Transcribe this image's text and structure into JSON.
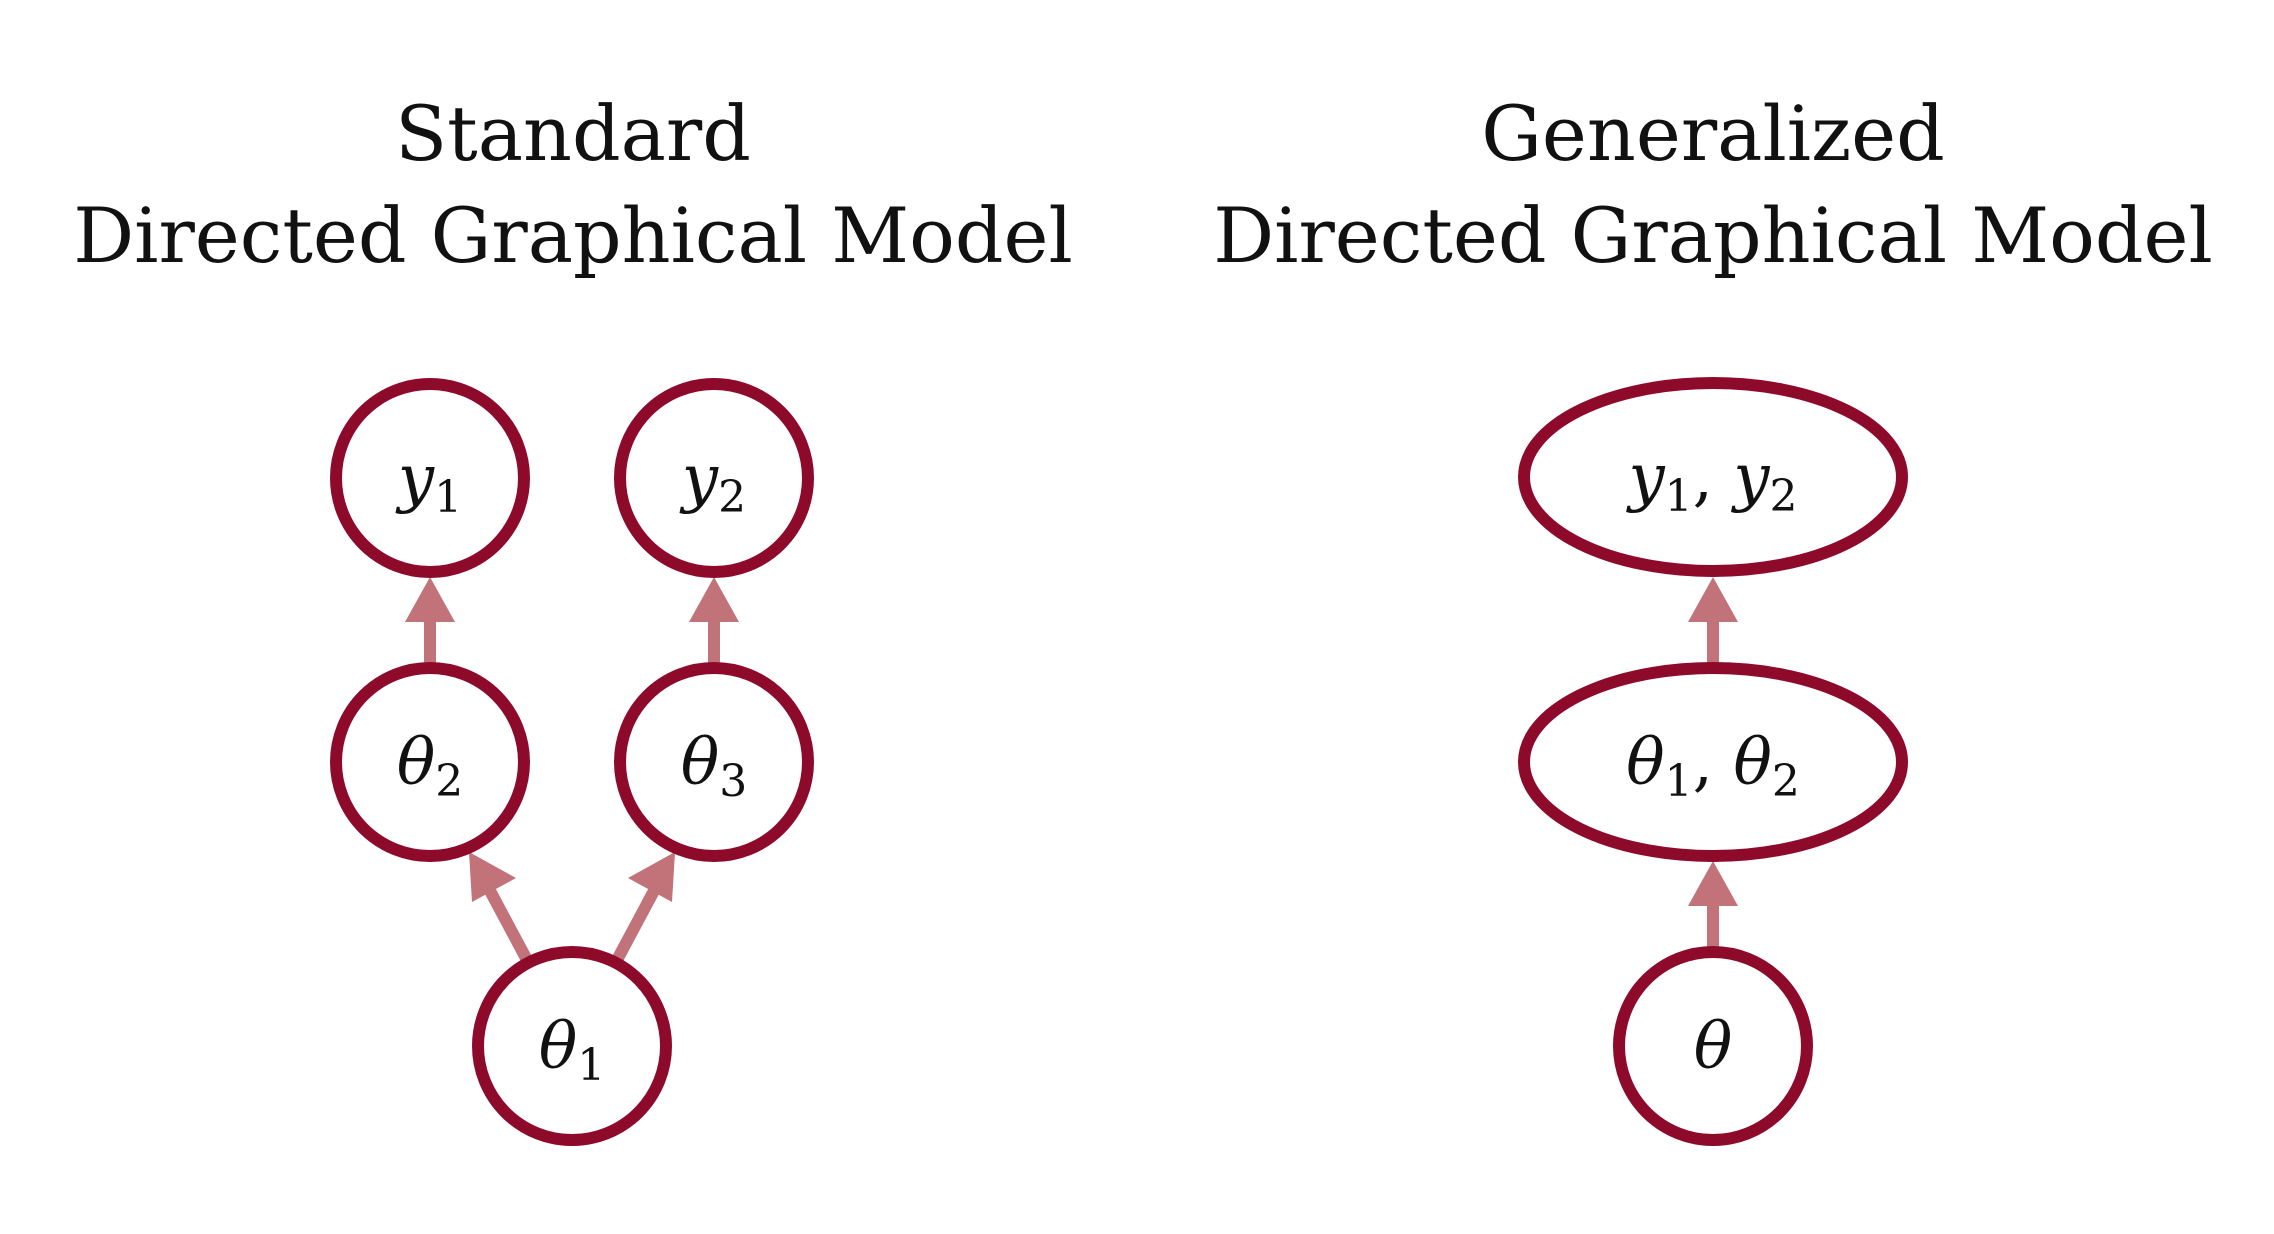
{
  "colors": {
    "node_stroke": "#8e0a2b",
    "edge": "#c17379",
    "text": "#111111"
  },
  "left_panel": {
    "title_line1": "Standard",
    "title_line2": "Directed Graphical Model",
    "nodes": {
      "y1": {
        "base": "y",
        "sub": "1"
      },
      "y2": {
        "base": "y",
        "sub": "2"
      },
      "theta2": {
        "base": "θ",
        "sub": "2"
      },
      "theta3": {
        "base": "θ",
        "sub": "3"
      },
      "theta1": {
        "base": "θ",
        "sub": "1"
      }
    },
    "edges": [
      {
        "from": "theta2",
        "to": "y1"
      },
      {
        "from": "theta3",
        "to": "y2"
      },
      {
        "from": "theta1",
        "to": "theta2"
      },
      {
        "from": "theta1",
        "to": "theta3"
      }
    ]
  },
  "right_panel": {
    "title_line1": "Generalized",
    "title_line2": "Directed Graphical Model",
    "nodes": {
      "y_joint": {
        "a": "y",
        "a_sub": "1",
        "sep": ", ",
        "b": "y",
        "b_sub": "2"
      },
      "theta_joint": {
        "a": "θ",
        "a_sub": "1",
        "sep": ", ",
        "b": "θ",
        "b_sub": "2"
      },
      "theta": {
        "base": "θ"
      }
    },
    "edges": [
      {
        "from": "theta_joint",
        "to": "y_joint"
      },
      {
        "from": "theta",
        "to": "theta_joint"
      }
    ]
  }
}
